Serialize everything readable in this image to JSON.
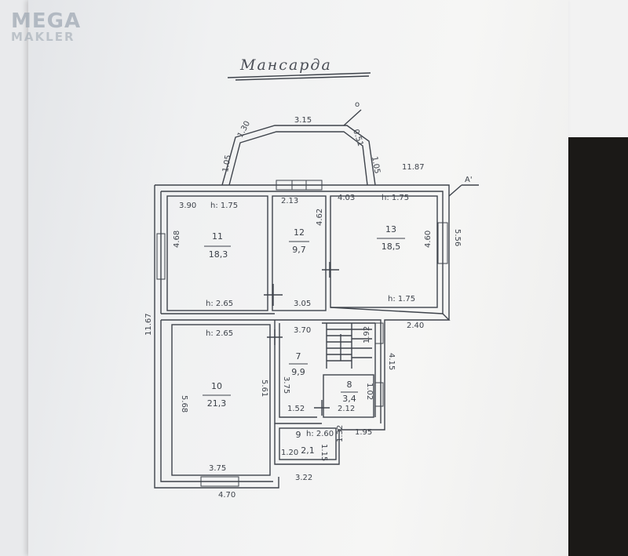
{
  "watermark": {
    "top": "MEGA",
    "bottom": "MAKLER"
  },
  "plan": {
    "title": "Мансарда",
    "rooms": [
      {
        "number": "11",
        "area": "18,3"
      },
      {
        "number": "12",
        "area": "9,7"
      },
      {
        "number": "13",
        "area": "18,5"
      },
      {
        "number": "10",
        "area": "21,3"
      },
      {
        "number": "7",
        "area": "9,9"
      },
      {
        "number": "8",
        "area": "3,4"
      },
      {
        "number": "9",
        "area": "2,1"
      }
    ],
    "dimensions": {
      "d_315": "3.15",
      "d_130": "1.30",
      "d_105a": "1.05",
      "d_105b": "1.05",
      "d_051": "0.51",
      "d_1187": "11.87",
      "d_390": "3.90",
      "h_175a": "h: 1.75",
      "d_213": "2.13",
      "d_403": "4.03",
      "h_175b": "h: 1.75",
      "d_468": "4.68",
      "d_462": "4.62",
      "d_460": "4.60",
      "d_556": "5.56",
      "h_265a": "h: 2.65",
      "d_305": "3.05",
      "h_175c": "h: 1.75",
      "d_1167": "11.67",
      "h_265b": "h: 2.65",
      "d_370": "3.70",
      "d_240": "2.40",
      "d_568": "5.68",
      "d_561": "5.61",
      "d_375a": "3.75",
      "d_415": "4.15",
      "d_152": "1.52",
      "d_212": "2.12",
      "d_102": "1.02",
      "d_195": "1.95",
      "h_260": "h: 2.60",
      "d_120": "1.20",
      "d_115": "1.15",
      "d_132": "1.32",
      "d_375b": "3.75",
      "d_322": "3.22",
      "d_470": "4.70",
      "d_192": "1.92"
    },
    "axis_marks": {
      "a1": "А'",
      "o": "о"
    }
  }
}
